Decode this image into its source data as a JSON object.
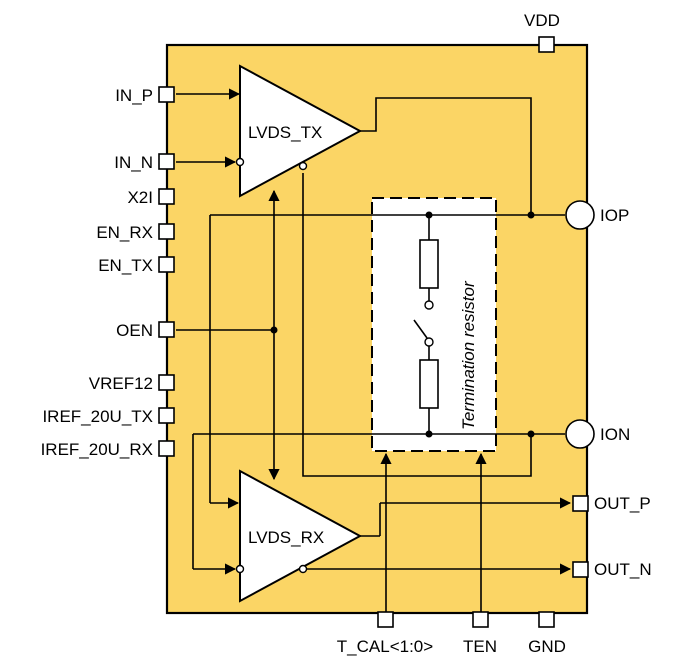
{
  "colors": {
    "chip_fill": "#fbd565",
    "outline": "#000000",
    "termination_fill": "#ffffff"
  },
  "blocks": {
    "tx": "LVDS_TX",
    "rx": "LVDS_RX",
    "termination": "Termination resistor"
  },
  "pins": {
    "vdd": "VDD",
    "in_p": "IN_P",
    "in_n": "IN_N",
    "x2i": "X2I",
    "en_rx": "EN_RX",
    "en_tx": "EN_TX",
    "oen": "OEN",
    "vref12": "VREF12",
    "iref_tx": "IREF_20U_TX",
    "iref_rx": "IREF_20U_RX",
    "iop": "IOP",
    "ion": "ION",
    "out_p": "OUT_P",
    "out_n": "OUT_N",
    "t_cal": "T_CAL<1:0>",
    "ten": "TEN",
    "gnd": "GND"
  }
}
